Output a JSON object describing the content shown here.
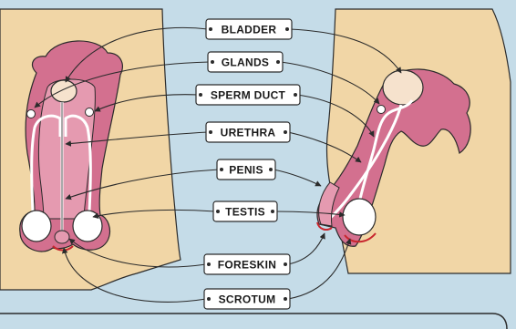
{
  "labels": {
    "bladder": "BLADDER",
    "glands": "GLANDS",
    "sperm_duct": "SPERM DUCT",
    "urethra": "URETHRA",
    "penis": "PENIS",
    "testis": "TESTIS",
    "foreskin": "FORESKIN",
    "scrotum": "SCROTUM"
  },
  "colors": {
    "sky_blue": "#c5dce8",
    "skin_tan": "#f1d6a6",
    "organ_pink": "#d3708f",
    "organ_inner": "#e59ab0",
    "bladder_fill": "#f6e2cd",
    "outline": "#2b2b2b",
    "red_edge": "#c8262e"
  }
}
